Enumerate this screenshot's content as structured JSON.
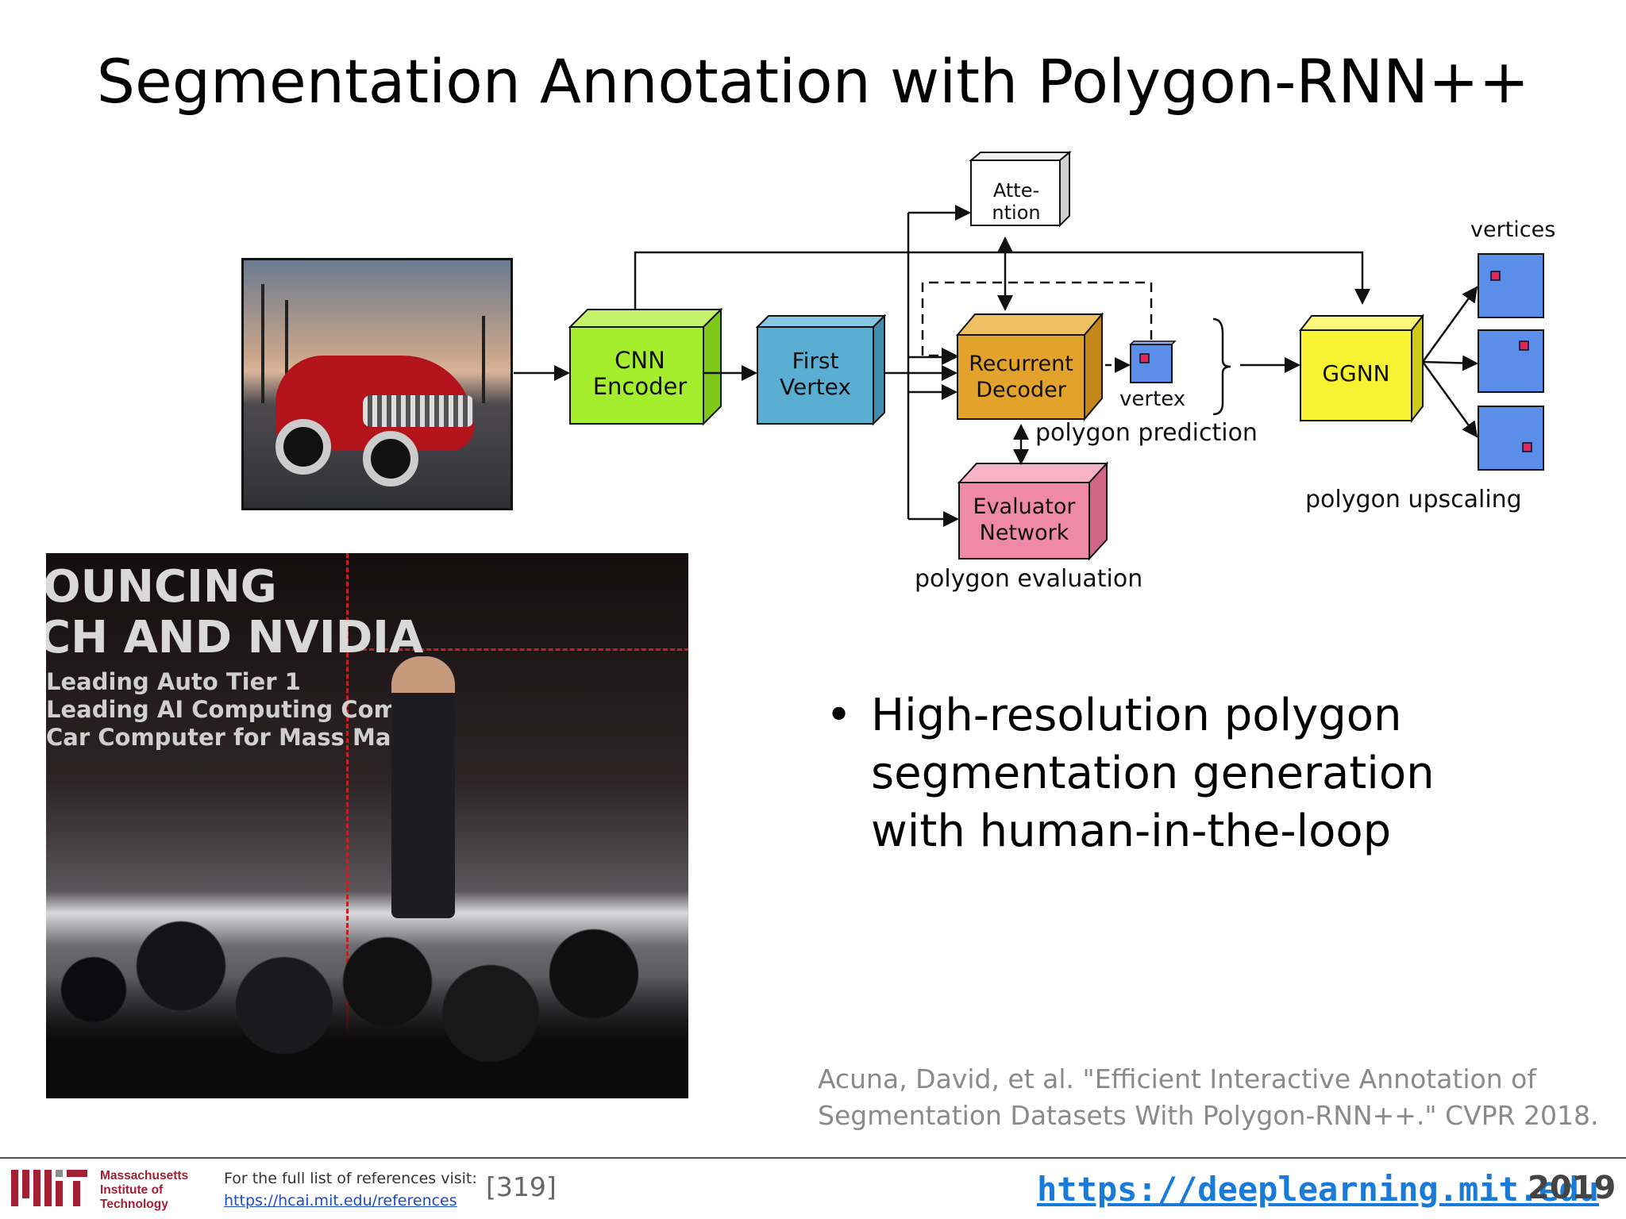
{
  "slide": {
    "title": "Segmentation Annotation with Polygon-RNN++"
  },
  "diagram": {
    "attention": [
      "Atte-",
      "ntion"
    ],
    "cnn_encoder": [
      "CNN",
      "Encoder"
    ],
    "first_vertex": [
      "First",
      "Vertex"
    ],
    "recurrent_decoder": [
      "Recurrent",
      "Decoder"
    ],
    "vertex": "vertex",
    "polygon_prediction": "polygon prediction",
    "evaluator_network": [
      "Evaluator",
      "Network"
    ],
    "polygon_evaluation": "polygon evaluation",
    "ggnn": "GGNN",
    "vertices": "vertices",
    "polygon_upscaling": "polygon upscaling",
    "colors": {
      "cnn": "#a5ee2e",
      "first_vertex": "#5aaed2",
      "decoder": "#e3a22c",
      "evaluator": "#ef8aa6",
      "ggnn": "#f7f232",
      "vertex_box": "#5b8ee8",
      "vertex_dot": "#e0245e"
    }
  },
  "video": {
    "line1": "OUNCING",
    "line2": "CH AND NVIDIA",
    "sub1": "Leading Auto Tier 1",
    "sub2": "Leading AI Computing Comp",
    "sub3": "Car Computer for Mass Mark"
  },
  "bullet": {
    "symbol": "•",
    "text": "High-resolution polygon segmentation generation with human-in-the-loop"
  },
  "citation": {
    "line1": "Acuna, David, et al. \"Efficient Interactive Annotation of",
    "line2": "Segmentation Datasets With Polygon-RNN++.\" CVPR 2018."
  },
  "footer": {
    "mit_line1": "Massachusetts",
    "mit_line2": "Institute of",
    "mit_line3": "Technology",
    "ref_label": "For the full list of references visit:",
    "ref_link": "https://hcai.mit.edu/references",
    "ref_number": "[319]",
    "site": "https://deeplearning.mit.edu",
    "year": "2019",
    "mit_color": "#a31f34",
    "link_color": "#1a7ad8"
  }
}
